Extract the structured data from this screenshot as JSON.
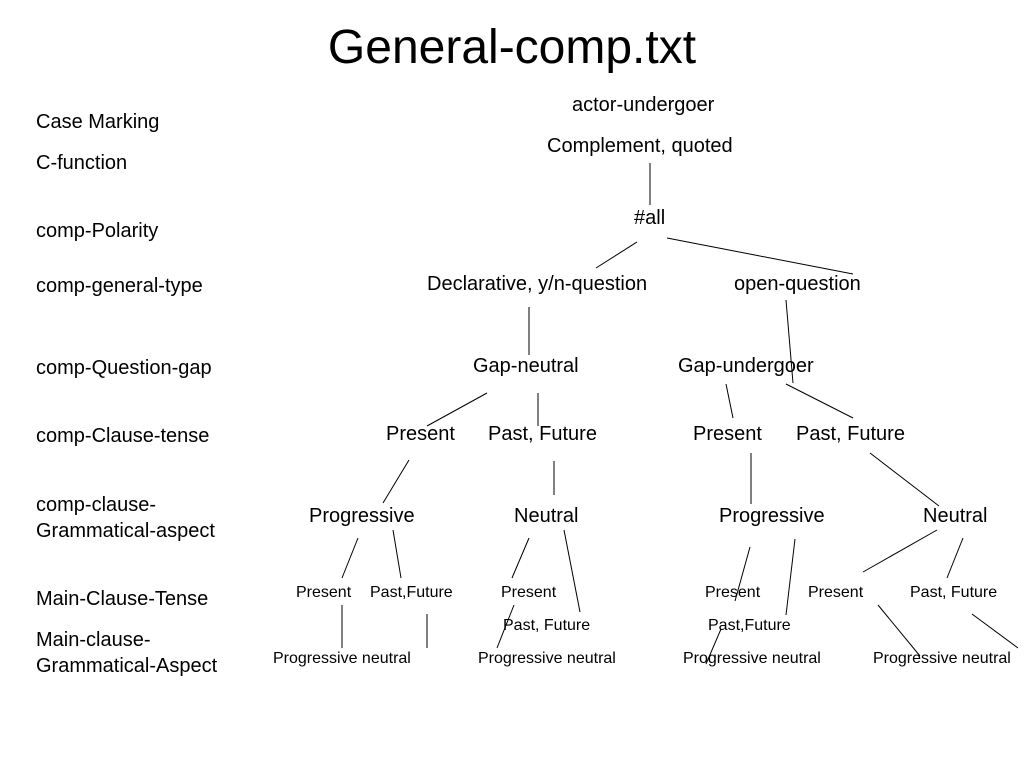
{
  "title": "General-comp.txt",
  "row_labels": {
    "case_marking": "Case Marking",
    "c_function": "C-function",
    "comp_polarity": "comp-Polarity",
    "comp_general_type": "comp-general-type",
    "comp_question_gap": "comp-Question-gap",
    "comp_clause_tense": "comp-Clause-tense",
    "comp_clause_aspect": "comp-clause-\nGrammatical-aspect",
    "main_clause_tense": "Main-Clause-Tense",
    "main_clause_aspect": "Main-clause-\nGrammatical-Aspect"
  },
  "nodes": {
    "actor_undergoer": "actor-undergoer",
    "complement_quoted": "Complement, quoted",
    "all": "#all",
    "declarative": "Declarative, y/n-question",
    "open_question": "open-question",
    "gap_neutral": "Gap-neutral",
    "gap_undergoer": "Gap-undergoer",
    "present_1": "Present",
    "past_future_1": "Past, Future",
    "present_2": "Present",
    "past_future_2": "Past, Future",
    "progressive_1": "Progressive",
    "neutral_1": "Neutral",
    "progressive_2": "Progressive",
    "neutral_2": "Neutral",
    "mc_present_1": "Present",
    "mc_past_future_1": "Past,Future",
    "mc_present_2": "Present",
    "mc_past_future_2": "Past, Future",
    "mc_present_3": "Present",
    "mc_past_future_3": "Past,Future",
    "mc_present_4": "Present",
    "mc_past_future_4": "Past, Future",
    "aspect_1": "Progressive neutral",
    "aspect_2": "Progressive neutral",
    "aspect_3": "Progressive neutral",
    "aspect_4": "Progressive neutral"
  }
}
